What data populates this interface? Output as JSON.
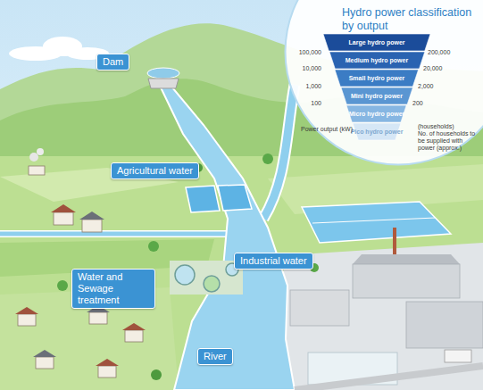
{
  "diagram": {
    "nodes": [
      {
        "text": [
          "Hydro power classification by output"
        ]
      },
      {
        "text": [
          "Large hydro power"
        ],
        "in": 0
      },
      {
        "text": [
          "Medium hydro power"
        ],
        "in": 0
      },
      {
        "text": [
          "Small hydro power"
        ],
        "in": 0
      },
      {
        "text": [
          "Mini hydro power"
        ],
        "in": 0
      },
      {
        "text": [
          "Micro hydro power"
        ],
        "in": 0
      },
      {
        "text": [
          "Pico hydro power"
        ],
        "in": 0
      },
      {
        "text": [
          "Dam"
        ]
      },
      {
        "text": [
          "Agricultural water"
        ]
      },
      {
        "text": [
          "Industrial water"
        ]
      },
      {
        "text": [
          "Water and Sewage treatment"
        ]
      },
      {
        "text": [
          "River"
        ]
      }
    ],
    "labels": [
      "100,000",
      "10,000",
      "1,000",
      "100",
      "200,000",
      "20,000",
      "2,000",
      "200",
      "Power output (kW)",
      "(households)",
      "No. of households to be supplied with power (approx.)"
    ]
  }
}
